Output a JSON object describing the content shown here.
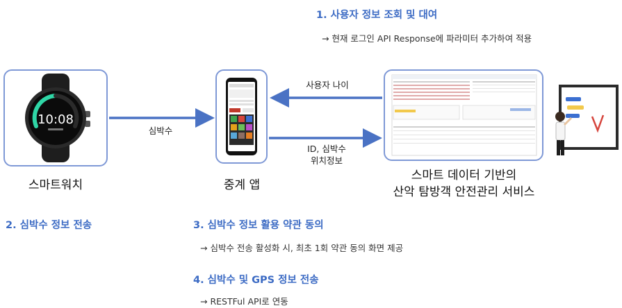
{
  "steps": {
    "s1": {
      "title": "1. 사용자 정보 조회 및 대여",
      "detail": "→ 현재 로그인 API Response에 파라미터 추가하여 적용"
    },
    "s2": {
      "title": "2. 심박수 정보 전송"
    },
    "s3": {
      "title": "3. 심박수 정보 활용 약관 동의",
      "detail": "→ 심박수 전송 활성화 시, 최초 1회 약관 동의 화면 제공"
    },
    "s4": {
      "title": "4. 심박수 및 GPS 정보 전송",
      "detail": "→ RESTFul API로 연동"
    }
  },
  "nodes": {
    "watch": {
      "label": "스마트워치"
    },
    "relay": {
      "label": "중계 앱"
    },
    "service": {
      "label_line1": "스마트 데이터 기반의",
      "label_line2": "산악 탐방객 안전관리 서비스"
    }
  },
  "arrows": {
    "watch_to_relay": "심박수",
    "service_to_relay": "사용자 나이",
    "relay_to_service_line1": "ID, 심박수",
    "relay_to_service_line2": "위치정보"
  },
  "colors": {
    "accent": "#3c6bc4",
    "box_border": "#7e98d6",
    "arrow": "#4a72c4"
  }
}
